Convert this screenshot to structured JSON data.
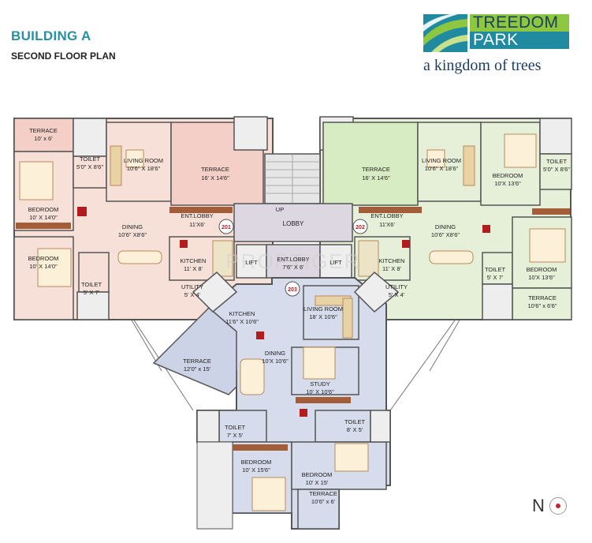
{
  "header": {
    "title": "BUILDING A",
    "subtitle": "SECOND FLOOR PLAN"
  },
  "logo": {
    "line1": "TREEDOM",
    "line2": "PARK",
    "tagline": "a kingdom of trees",
    "colors": {
      "teal": "#1f8aa0",
      "green": "#8dc63f",
      "navy": "#1d3d63"
    }
  },
  "watermark": "PROPTIGER",
  "colors": {
    "unit_201": "#f7e0d8",
    "unit_202": "#e6f0d8",
    "unit_203": "#d6dcec",
    "lobby": "#dcd7e0",
    "terrace_201": "#f4cfc7",
    "stair": "#e6e6e6"
  },
  "units": {
    "u201": "201",
    "u202": "202",
    "u203": "203"
  },
  "rooms": {
    "r201_terrace_small": {
      "name": "TERRACE",
      "size": "10' x 6'"
    },
    "r201_toilet_top": {
      "name": "TOILET",
      "size": "5'0\" X 8'6\""
    },
    "r201_living": {
      "name": "LIVING ROOM",
      "size": "10'6\" X 18'6\""
    },
    "r201_terrace": {
      "name": "TERRACE",
      "size": "16' X 14'6\""
    },
    "r201_bed_top": {
      "name": "BEDROOM",
      "size": "10' X 14'0\""
    },
    "r201_entlobby": {
      "name": "ENT.LOBBY",
      "size": "11'X6'"
    },
    "r201_dining": {
      "name": "DINING",
      "size": "10'6\" X8'6\""
    },
    "r201_bed_bottom": {
      "name": "BEDROOM",
      "size": "10' X 14'0\""
    },
    "r201_kitchen": {
      "name": "KITCHEN",
      "size": "11' X 8'"
    },
    "r201_toilet_bottom": {
      "name": "TOILET",
      "size": "5' X 7'"
    },
    "r201_utility": {
      "name": "UTILITY",
      "size": "5' X 4'"
    },
    "core_up": {
      "name": "UP",
      "size": ""
    },
    "core_lobby": {
      "name": "LOBBY",
      "size": ""
    },
    "core_lift_left": {
      "name": "LIFT",
      "size": ""
    },
    "core_entlobby": {
      "name": "ENT.LOBBY",
      "size": "7'6\" X 6'"
    },
    "core_lift_right": {
      "name": "LIFT",
      "size": ""
    },
    "r202_terrace": {
      "name": "TERRACE",
      "size": "16' X 14'6\""
    },
    "r202_living": {
      "name": "LIVING ROOM",
      "size": "10'6\" X 18'6\""
    },
    "r202_bed_top": {
      "name": "BEDROOM",
      "size": "10'X 13'6\""
    },
    "r202_toilet_top": {
      "name": "TOILET",
      "size": "5'0\" X 8'6\""
    },
    "r202_entlobby": {
      "name": "ENT.LOBBY",
      "size": "11'X6'"
    },
    "r202_dining": {
      "name": "DINING",
      "size": "10'6\" X8'6\""
    },
    "r202_kitchen": {
      "name": "KITCHEN",
      "size": "11' X 8'"
    },
    "r202_utility": {
      "name": "UTILITY",
      "size": "5' X 4'"
    },
    "r202_toilet_bottom": {
      "name": "TOILET",
      "size": "5' X 7'"
    },
    "r202_bed_bottom": {
      "name": "BEDROOM",
      "size": "10'X 13'6\""
    },
    "r202_terrace_small": {
      "name": "TERRACE",
      "size": "10'6\" x 6'6\""
    },
    "r203_kitchen": {
      "name": "KITCHEN",
      "size": "11'6\" X 10'6\""
    },
    "r203_living": {
      "name": "LIVING ROOM",
      "size": "18' X 10'6\""
    },
    "r203_terrace": {
      "name": "TERRACE",
      "size": "12'0\" x 15'"
    },
    "r203_dining": {
      "name": "DINING",
      "size": "10'X 10'6\""
    },
    "r203_study": {
      "name": "STUDY",
      "size": "10' X 10'6\""
    },
    "r203_toilet_left": {
      "name": "TOILET",
      "size": "7' X 5'"
    },
    "r203_toilet_right": {
      "name": "TOILET",
      "size": "8' X 5'"
    },
    "r203_bed_left": {
      "name": "BEDROOM",
      "size": "10' X 15'6\""
    },
    "r203_bed_right": {
      "name": "BEDROOM",
      "size": "10' X 15'"
    },
    "r203_terrace_small": {
      "name": "TERRACE",
      "size": "10'6\" x 6'"
    }
  },
  "compass": {
    "label": "N"
  }
}
